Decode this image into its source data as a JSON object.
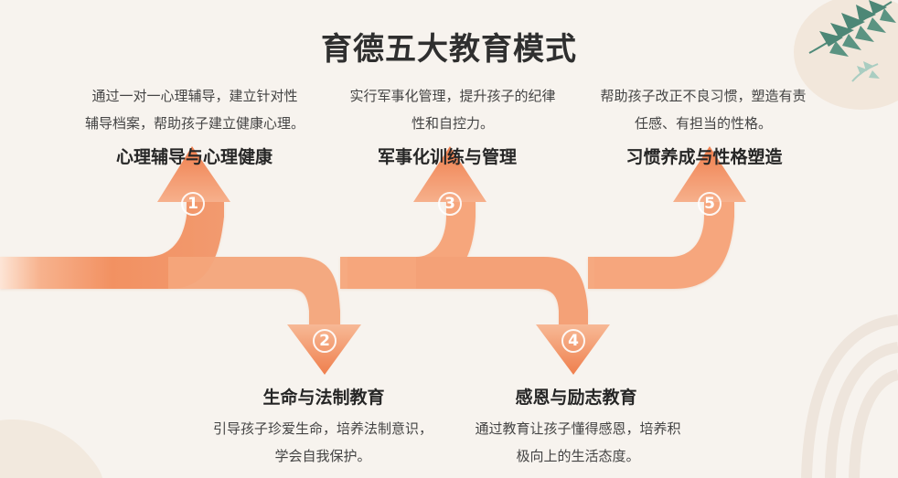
{
  "title": "育德五大教育模式",
  "steps": [
    {
      "number": "1",
      "heading": "心理辅导与心理健康",
      "description_lines": [
        "通过一对一心理辅导，建立针对性",
        "辅导档案，帮助孩子建立健康心理。"
      ],
      "direction": "up"
    },
    {
      "number": "2",
      "heading": "生命与法制教育",
      "description_lines": [
        "引导孩子珍爱生命，培养法制意识，",
        "学会自我保护。"
      ],
      "direction": "down"
    },
    {
      "number": "3",
      "heading": "军事化训练与管理",
      "description_lines": [
        "实行军事化管理，提升孩子的纪律",
        "性和自控力。"
      ],
      "direction": "up"
    },
    {
      "number": "4",
      "heading": "感恩与励志教育",
      "description_lines": [
        "通过教育让孩子懂得感恩，培养积",
        "极向上的生活态度。"
      ],
      "direction": "down"
    },
    {
      "number": "5",
      "heading": "习惯养成与性格塑造",
      "description_lines": [
        "帮助孩子改正不良习惯，塑造有责",
        "任感、有担当的性格。"
      ],
      "direction": "up"
    }
  ],
  "colors": {
    "background": "#f7f3ee",
    "arrow_start": "#f6c5a6",
    "arrow_end": "#ef8555",
    "leaf": "#4f8a79"
  },
  "icons": [
    "palm-leaf-decoration",
    "arc-decoration"
  ]
}
